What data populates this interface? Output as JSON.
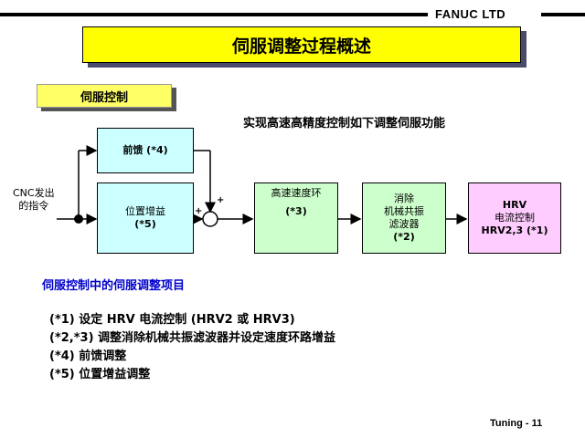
{
  "header": {
    "company": "FANUC LTD"
  },
  "title": "伺服调整过程概述",
  "subtitle": "伺服控制",
  "caption": "实现高速高精度控制如下调整伺服功能",
  "diagram": {
    "input_label_line1": "CNC发出",
    "input_label_line2": "的指令",
    "feedforward": {
      "label": "前馈 (*4)"
    },
    "position_gain": {
      "line1": "位置增益",
      "line2": "(*5)"
    },
    "speed_loop": {
      "line1": "高速速度环",
      "line2": "(*3)"
    },
    "filter": {
      "line1": "消除",
      "line2": "机械共振",
      "line3": "滤波器",
      "line4": "(*2)"
    },
    "current_control": {
      "line1": "HRV",
      "line2": "电流控制",
      "line3": "HRV2,3 (*1)"
    },
    "sum_plus_top": "+",
    "sum_plus_left": "+",
    "colors": {
      "cyan": "#ccffff",
      "green": "#ccffcc",
      "pink": "#ffccff",
      "title_bg": "#ffff00",
      "section_text": "#0000cc"
    }
  },
  "section_title": "伺服控制中的伺服调整项目",
  "items": [
    "(*1) 设定 HRV 电流控制 (HRV2 或 HRV3)",
    "(*2,*3) 调整消除机械共振滤波器并设定速度环路增益",
    "(*4) 前馈调整",
    "(*5) 位置增益调整"
  ],
  "footer": {
    "page": "Tuning - 11"
  }
}
